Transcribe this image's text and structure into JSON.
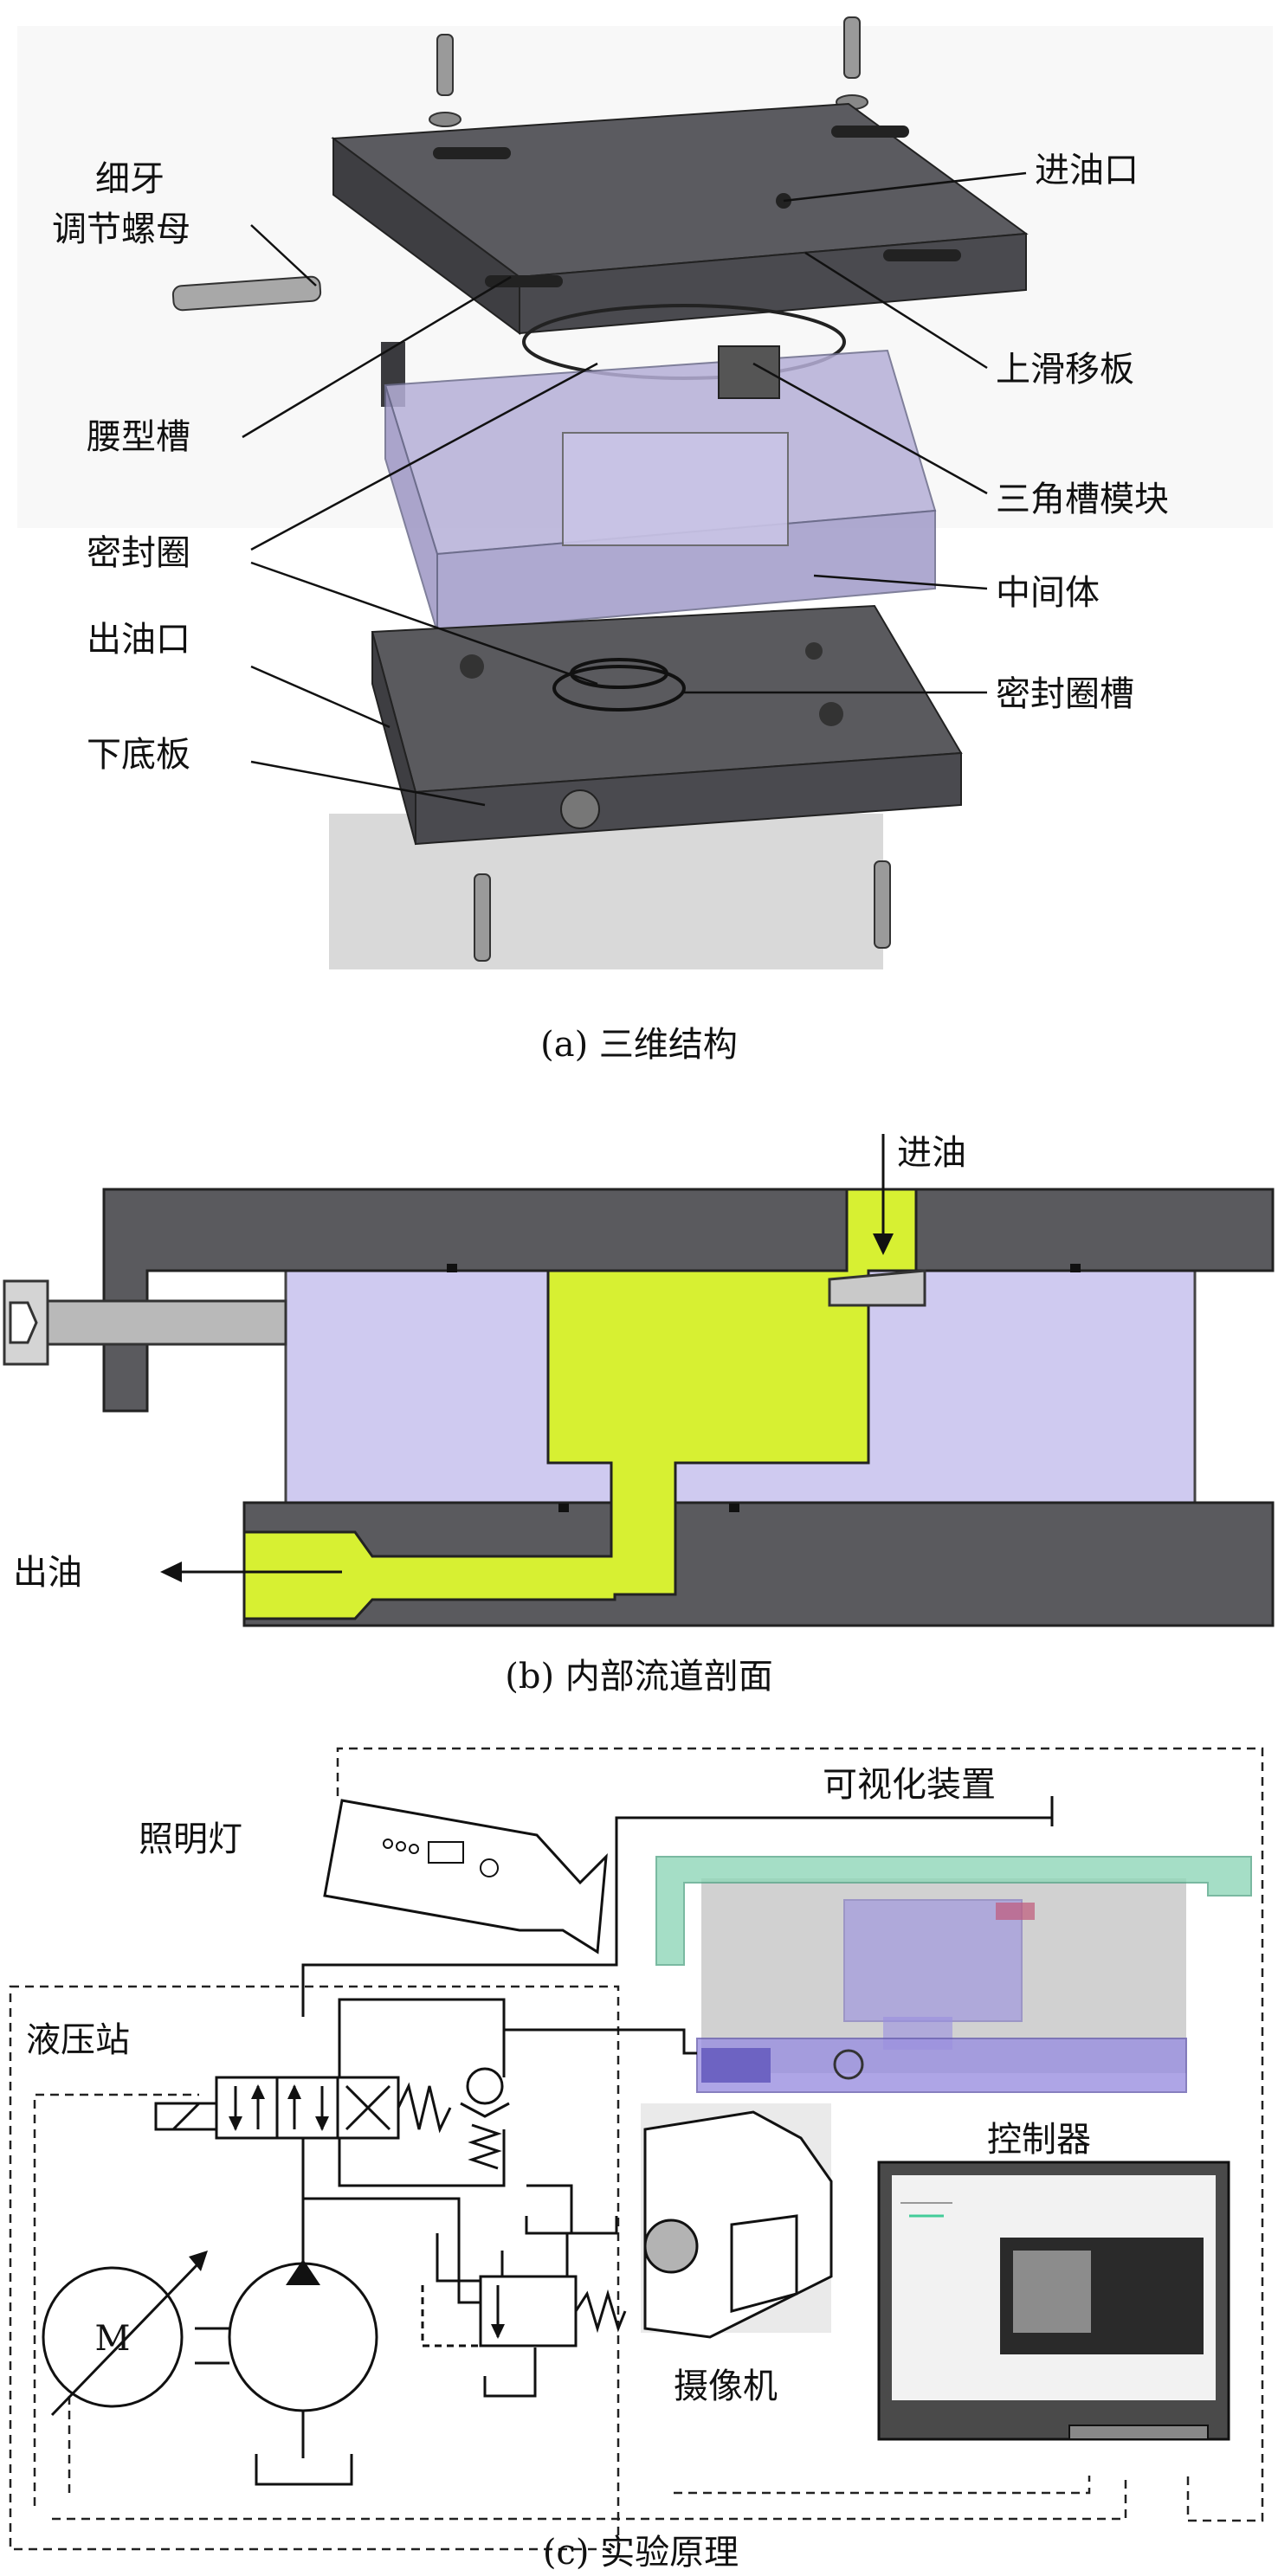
{
  "panel_a": {
    "caption": "(a) 三维结构",
    "labels": {
      "fine_nut_line1": "细牙",
      "fine_nut_line2": "调节螺母",
      "waist_slot": "腰型槽",
      "seal_ring": "密封圈",
      "oil_outlet": "出油口",
      "bottom_plate": "下底板",
      "oil_inlet": "进油口",
      "upper_slide_plate": "上滑移板",
      "triangle_module": "三角槽模块",
      "middle_body": "中间体",
      "seal_groove": "密封圈槽"
    }
  },
  "panel_b": {
    "caption": "(b) 内部流道剖面",
    "labels": {
      "oil_in": "进油",
      "oil_out": "出油"
    }
  },
  "panel_c": {
    "caption": "(c) 实验原理",
    "labels": {
      "lamp": "照明灯",
      "visualizer": "可视化装置",
      "hydraulic_station": "液压站",
      "controller": "控制器",
      "camera": "摄像机",
      "motor_symbol": "M"
    }
  },
  "colors": {
    "plate_dark": "#5a5a5e",
    "middle_body_purple": "#cfcaf0",
    "oil_yellow": "#d7f032",
    "visualizer_green": "#8fd6b8",
    "visualizer_purple": "#9a8fe0"
  }
}
